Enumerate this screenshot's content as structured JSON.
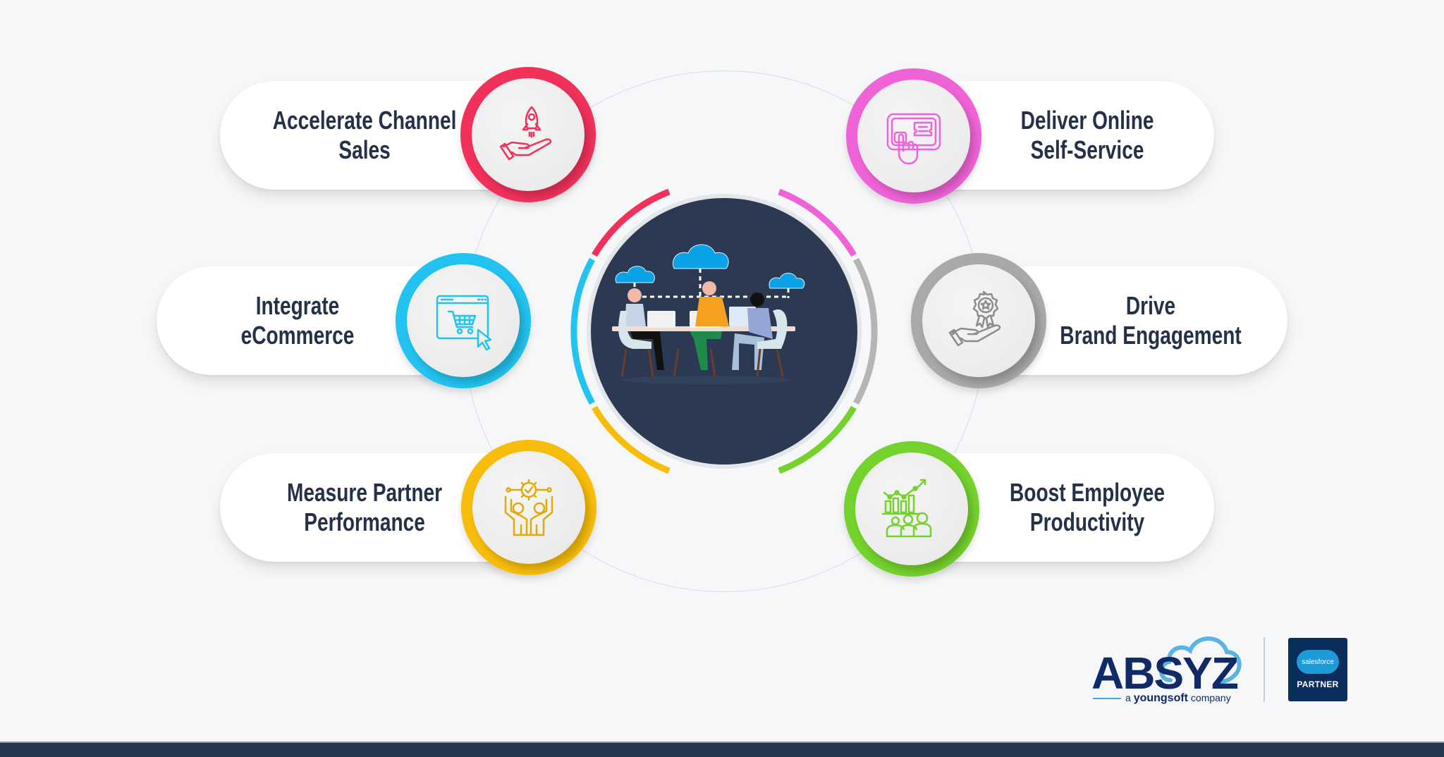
{
  "features": [
    {
      "id": "accelerate-channel-sales",
      "label": "Accelerate Channel\nSales",
      "icon": "rocket-hand-icon",
      "color": "#f2315a"
    },
    {
      "id": "integrate-ecommerce",
      "label": "Integrate eCommerce",
      "icon": "browser-cart-icon",
      "color": "#22c3f0"
    },
    {
      "id": "measure-partner-performance",
      "label": "Measure Partner\nPerformance",
      "icon": "team-gear-icon",
      "color": "#f8bd0a"
    },
    {
      "id": "deliver-online-self-service",
      "label": "Deliver Online\nSelf-Service",
      "icon": "touch-ticket-icon",
      "color": "#f063d8"
    },
    {
      "id": "drive-brand-engagement",
      "label": "Drive\nBrand Engagement",
      "icon": "award-hand-icon",
      "color": "#a9a9a9"
    },
    {
      "id": "boost-employee-productivity",
      "label": "Boost Employee\nProductivity",
      "icon": "growth-team-icon",
      "color": "#74d22c"
    }
  ],
  "center": {
    "illustration": "team-cloud-collaboration-illustration"
  },
  "branding": {
    "logo_text": "ABSYZ",
    "tagline_prefix": "a",
    "tagline_brand": "youngsoft",
    "tagline_suffix": "company",
    "partner_cloud_text": "salesforce",
    "partner_label": "PARTNER"
  },
  "colors": {
    "text": "#243149",
    "background": "#f6f7f9",
    "footer": "#27374f",
    "center": "#2b3a52"
  }
}
